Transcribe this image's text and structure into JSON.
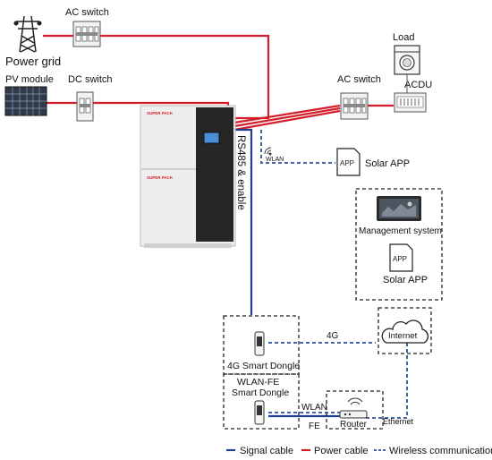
{
  "labels": {
    "ac_switch_top": "AC switch",
    "power_grid": "Power grid",
    "pv_module": "PV module",
    "dc_switch": "DC switch",
    "load": "Load",
    "acdu": "ACDU",
    "ac_switch_right": "AC switch",
    "rs485": "RS485 & enable",
    "wlan_near": "WLAN",
    "solar_app_1": "Solar APP",
    "management_system": "Management system",
    "solar_app_2": "Solar APP",
    "link_4g": "4G",
    "internet": "Internet",
    "dongle_4g": "4G Smart Dongle",
    "dongle_wlan_line1": "WLAN-FE",
    "dongle_wlan_line2": "Smart Dongle",
    "wlan_link": "WLAN",
    "fe_link": "FE",
    "router": "Router",
    "ethernet": "Ethernet",
    "app_icon": "APP",
    "brand": "SUPER PACK"
  },
  "legend": [
    {
      "label": "Signal cable",
      "style": "solid",
      "color": "#1f3f94"
    },
    {
      "label": "Power cable",
      "style": "solid",
      "color": "#d31f2b"
    },
    {
      "label": "Wireless communication",
      "style": "dashed",
      "color": "#1f3f94"
    }
  ],
  "colors": {
    "power": "#d31f2b",
    "signal": "#1f3f94",
    "wireless": "#2b4fa0",
    "box": "#222222"
  }
}
